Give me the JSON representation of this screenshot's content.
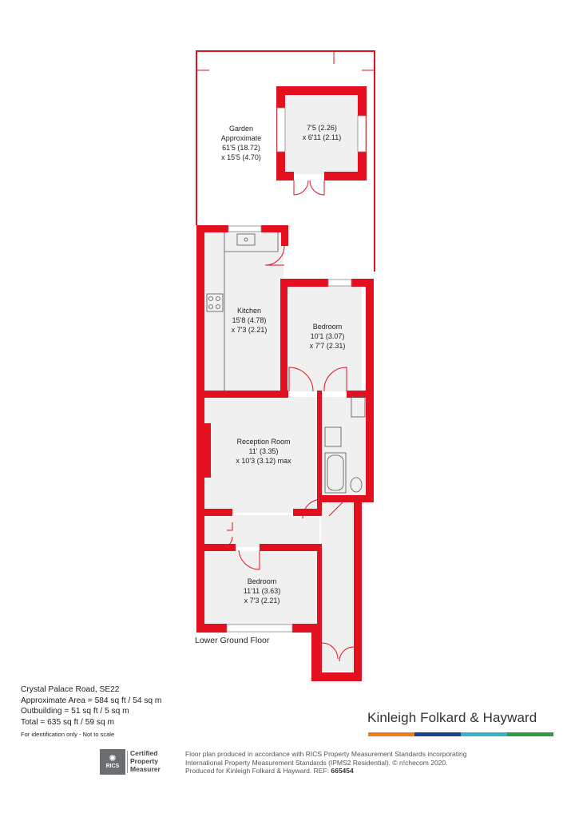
{
  "colors": {
    "wall": "#e3111f",
    "floor": "#f0f0f0",
    "stripe_orange": "#ef7d17",
    "stripe_navy": "#1c3f8f",
    "stripe_cyan": "#33b3c9",
    "stripe_green": "#2f9a48"
  },
  "rooms": {
    "garden": {
      "name": "Garden",
      "line2": "Approximate",
      "line3": "61'5 (18.72)",
      "line4": "x 15'5 (4.70)"
    },
    "outbuilding": {
      "line1": "7'5 (2.26)",
      "line2": "x 6'11 (2.11)"
    },
    "kitchen": {
      "name": "Kitchen",
      "line2": "15'8 (4.78)",
      "line3": "x 7'3 (2.21)"
    },
    "bedroom1": {
      "name": "Bedroom",
      "line2": "10'1 (3.07)",
      "line3": "x 7'7 (2.31)"
    },
    "reception": {
      "name": "Reception Room",
      "line2": "11' (3.35)",
      "line3": "x 10'3 (3.12) max"
    },
    "bedroom2": {
      "name": "Bedroom",
      "line2": "11'11 (3.63)",
      "line3": "x 7'3 (2.21)"
    }
  },
  "floor_label": "Lower Ground Floor",
  "property": {
    "address": "Crystal Palace Road, SE22",
    "approx_area": "Approximate Area = 584 sq ft / 54 sq m",
    "outbuilding": "Outbuilding = 51 sq ft / 5 sq m",
    "total": "Total = 635 sq ft / 59 sq m",
    "note": "For identification only - Not to scale"
  },
  "brand": "Kinleigh Folkard & Hayward",
  "rics": {
    "badge": "RICS",
    "line1": "Certified",
    "line2": "Property",
    "line3": "Measurer"
  },
  "disclaimer": {
    "line1": "Floor plan produced in accordance with RICS Property Measurement Standards incorporating",
    "line2": "International Property Measurement Standards (IPMS2 Residential).  © n!checom 2020.",
    "line3": "Produced for Kinleigh Folkard & Hayward.  REF: ",
    "ref": "665454"
  }
}
